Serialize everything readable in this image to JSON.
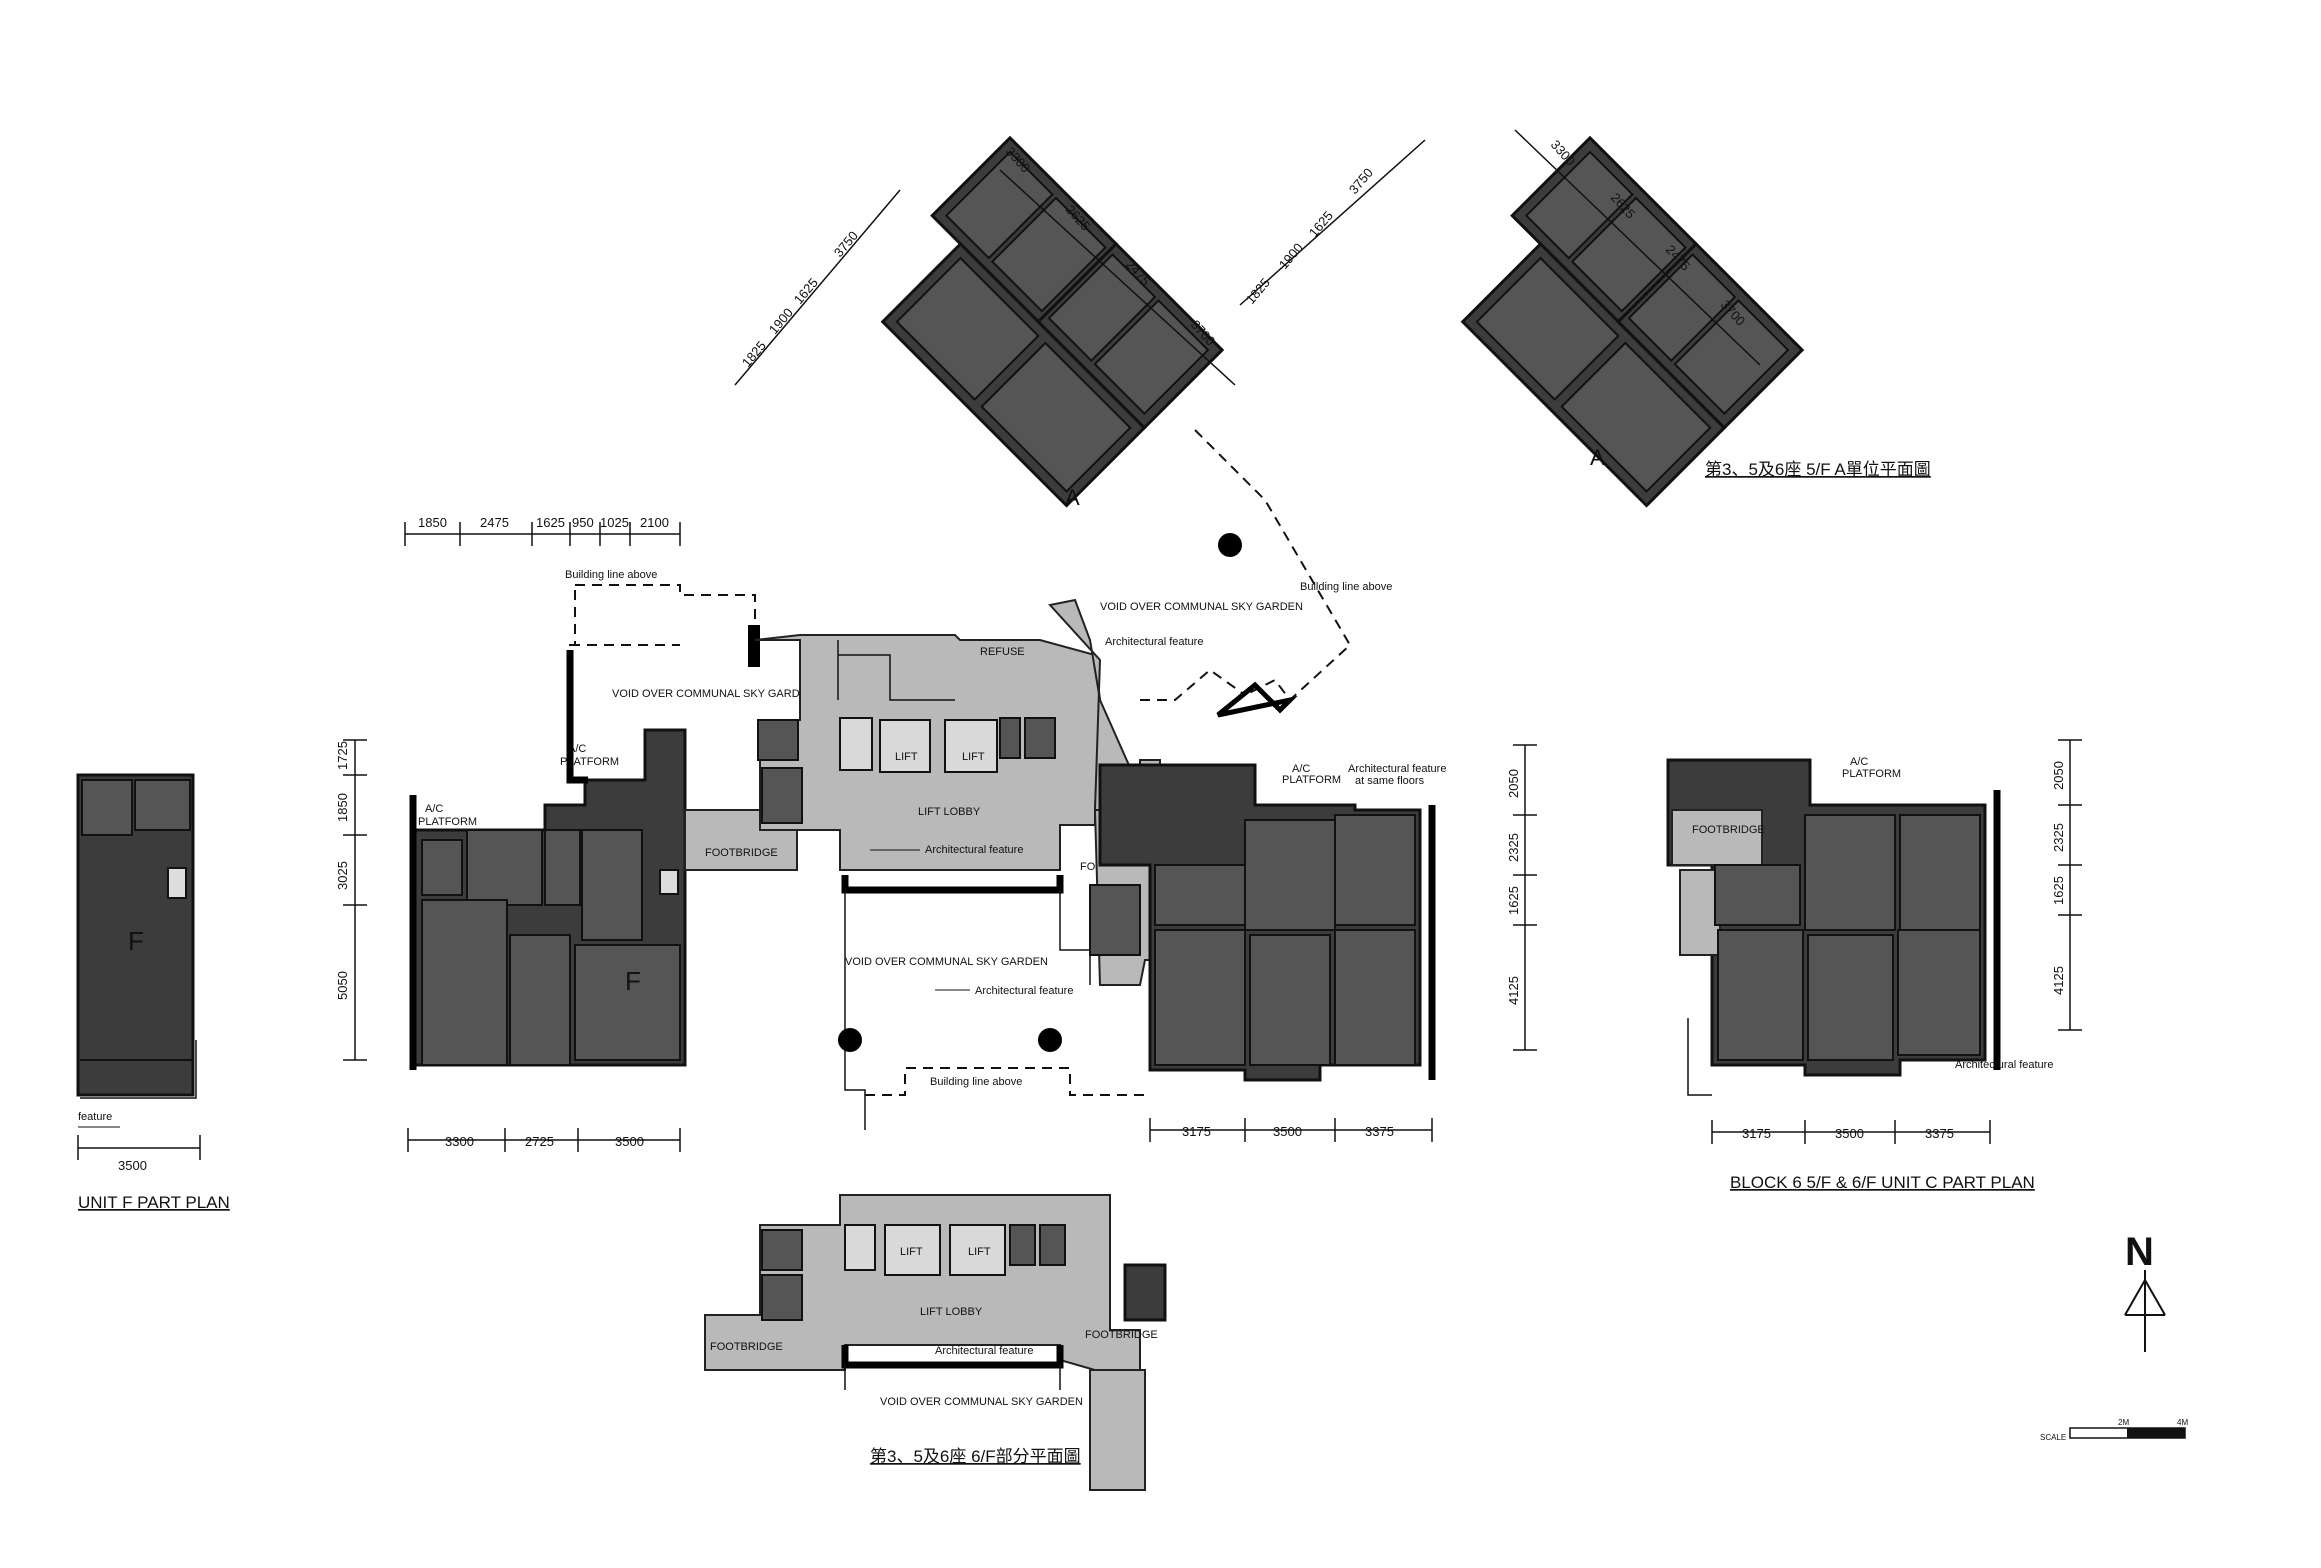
{
  "captions": {
    "unit_f": "UNIT F PART PLAN",
    "unit_c": "BLOCK 6  5/F & 6/F UNIT C PART PLAN",
    "unit_a": "第3、5及6座 5/F A單位平面圖",
    "part_6f": "第3、5及6座 6/F部分平面圖"
  },
  "labels": {
    "void_top_right": "VOID OVER COMMUNAL SKY GARDEN",
    "void_top_left": "VOID OVER COMMUNAL SKY GARDEN",
    "void_center": "VOID OVER COMMUNAL SKY GARDEN",
    "void_bottom": "VOID OVER COMMUNAL SKY GARDEN",
    "building_line_1": "Building line above",
    "building_line_2": "Building line above",
    "building_line_3": "Building line above",
    "arch_feature_1": "Architectural feature",
    "arch_feature_2": "Architectural feature",
    "arch_feature_3": "Architectural feature",
    "arch_feature_4": "Architectural feature",
    "arch_feature_5": "Architectural feature",
    "arch_feature_same": "Architectural feature",
    "arch_feature_same_2": "at same floors",
    "feature_f": "feature",
    "lift_lobby": "LIFT LOBBY",
    "lift_lobby_2": "LIFT LOBBY",
    "lift": "LIFT",
    "footbridge_1": "FOOTBRIDGE",
    "footbridge_2": "FOOTBRIDGE",
    "footbridge_3": "FOOTBRIDGE",
    "footbridge_4": "FOOTBRIDGE",
    "footbridge_5": "FOOTBRIDGE",
    "ac_platform": "A/C PLATFORM",
    "ac": "A/C",
    "platform": "PLATFORM",
    "unit_a_mark": "A",
    "unit_f_mark": "F",
    "refuse": "REFUSE",
    "north": "N",
    "scale_label": "SCALE",
    "scale_2m": "2M",
    "scale_4m": "4M"
  },
  "dimensions": {
    "top_h": [
      "1850",
      "2475",
      "1625",
      "950",
      "1025",
      "2100"
    ],
    "left_v": [
      "1725",
      "1850",
      "3025",
      "5050"
    ],
    "bottom_left": [
      "3300",
      "2725",
      "3500"
    ],
    "unit_f_bottom": [
      "3500"
    ],
    "center_right_bottom": [
      "3175",
      "3500",
      "3375"
    ],
    "center_right_v": [
      "2050",
      "2325",
      "1625",
      "4125"
    ],
    "unit_c_bottom": [
      "3175",
      "3500",
      "3375"
    ],
    "unit_c_v": [
      "2050",
      "2325",
      "1625",
      "4125"
    ],
    "diag_a1": [
      "3300",
      "2625",
      "2475",
      "3700"
    ],
    "diag_a2": [
      "1825",
      "1900",
      "1625",
      "3750"
    ],
    "diag_b1": [
      "3300",
      "2625",
      "2475",
      "3700"
    ],
    "diag_b2": [
      "1825",
      "1900",
      "1625",
      "3750"
    ]
  }
}
